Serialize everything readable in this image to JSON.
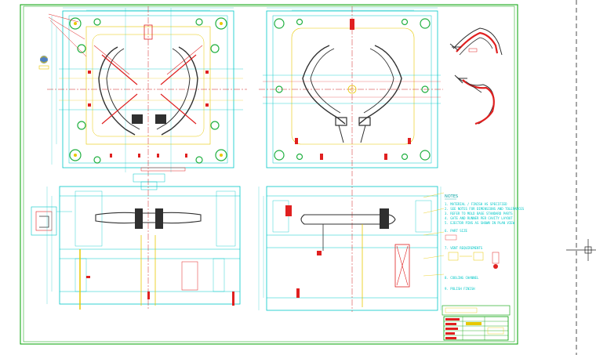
{
  "drawing": {
    "notes_heading": "NOTES",
    "notes": [
      "1. MATERIAL / FINISH AS SPECIFIED",
      "2. SEE NOTES FOR DIMENSIONS AND TOLERANCES",
      "3. REFER TO MOLD BASE STANDARD PARTS",
      "4. GATE AND RUNNER PER CAVITY LAYOUT",
      "5. EJECTOR PINS AS SHOWN IN PLAN VIEW"
    ],
    "sub_notes": [
      "6. PART SIZE",
      "7. VENT REQUIREMENTS",
      "8. COOLING CHANNEL",
      "9. POLISH FINISH"
    ],
    "title_block_rows": 5
  },
  "colors": {
    "frame": "#00a000",
    "outline": "#00c8c8",
    "detail": "#e8c800",
    "part": "#303030",
    "accent": "#e02020",
    "hole": "#20b040",
    "center": "#d02020"
  }
}
